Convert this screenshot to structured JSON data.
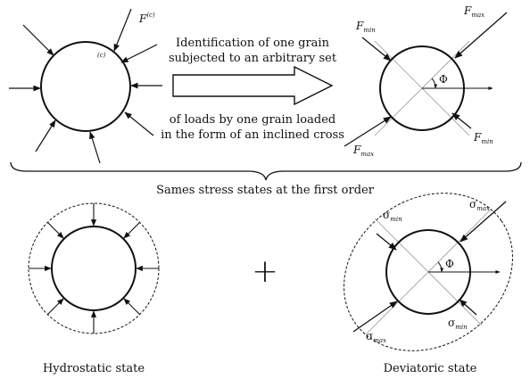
{
  "colors": {
    "ink": "#111111",
    "axis": "#888888",
    "background": "#ffffff"
  },
  "top_left": {
    "force_label": "F",
    "force_label_sup": "(c)",
    "contact_label": "(c)"
  },
  "arrow_caption": {
    "line1": "Identification of one grain",
    "line2": "subjected to an arbitrary set",
    "line3": "of loads by one grain loaded",
    "line4": "in the form of an inclined cross"
  },
  "top_right": {
    "fmax_base": "F",
    "fmax_sub": "max",
    "fmin_base": "F",
    "fmin_sub": "min",
    "angle_label": "Φ"
  },
  "brace_caption": "Sames stress states at the first order",
  "hydrostatic": {
    "caption": "Hydrostatic state"
  },
  "plus_sign": "+",
  "deviatoric": {
    "caption": "Deviatoric state",
    "smax_base": "σ",
    "smax_sub": "max",
    "smin_base": "σ",
    "smin_sub": "min",
    "angle_label": "Φ"
  }
}
